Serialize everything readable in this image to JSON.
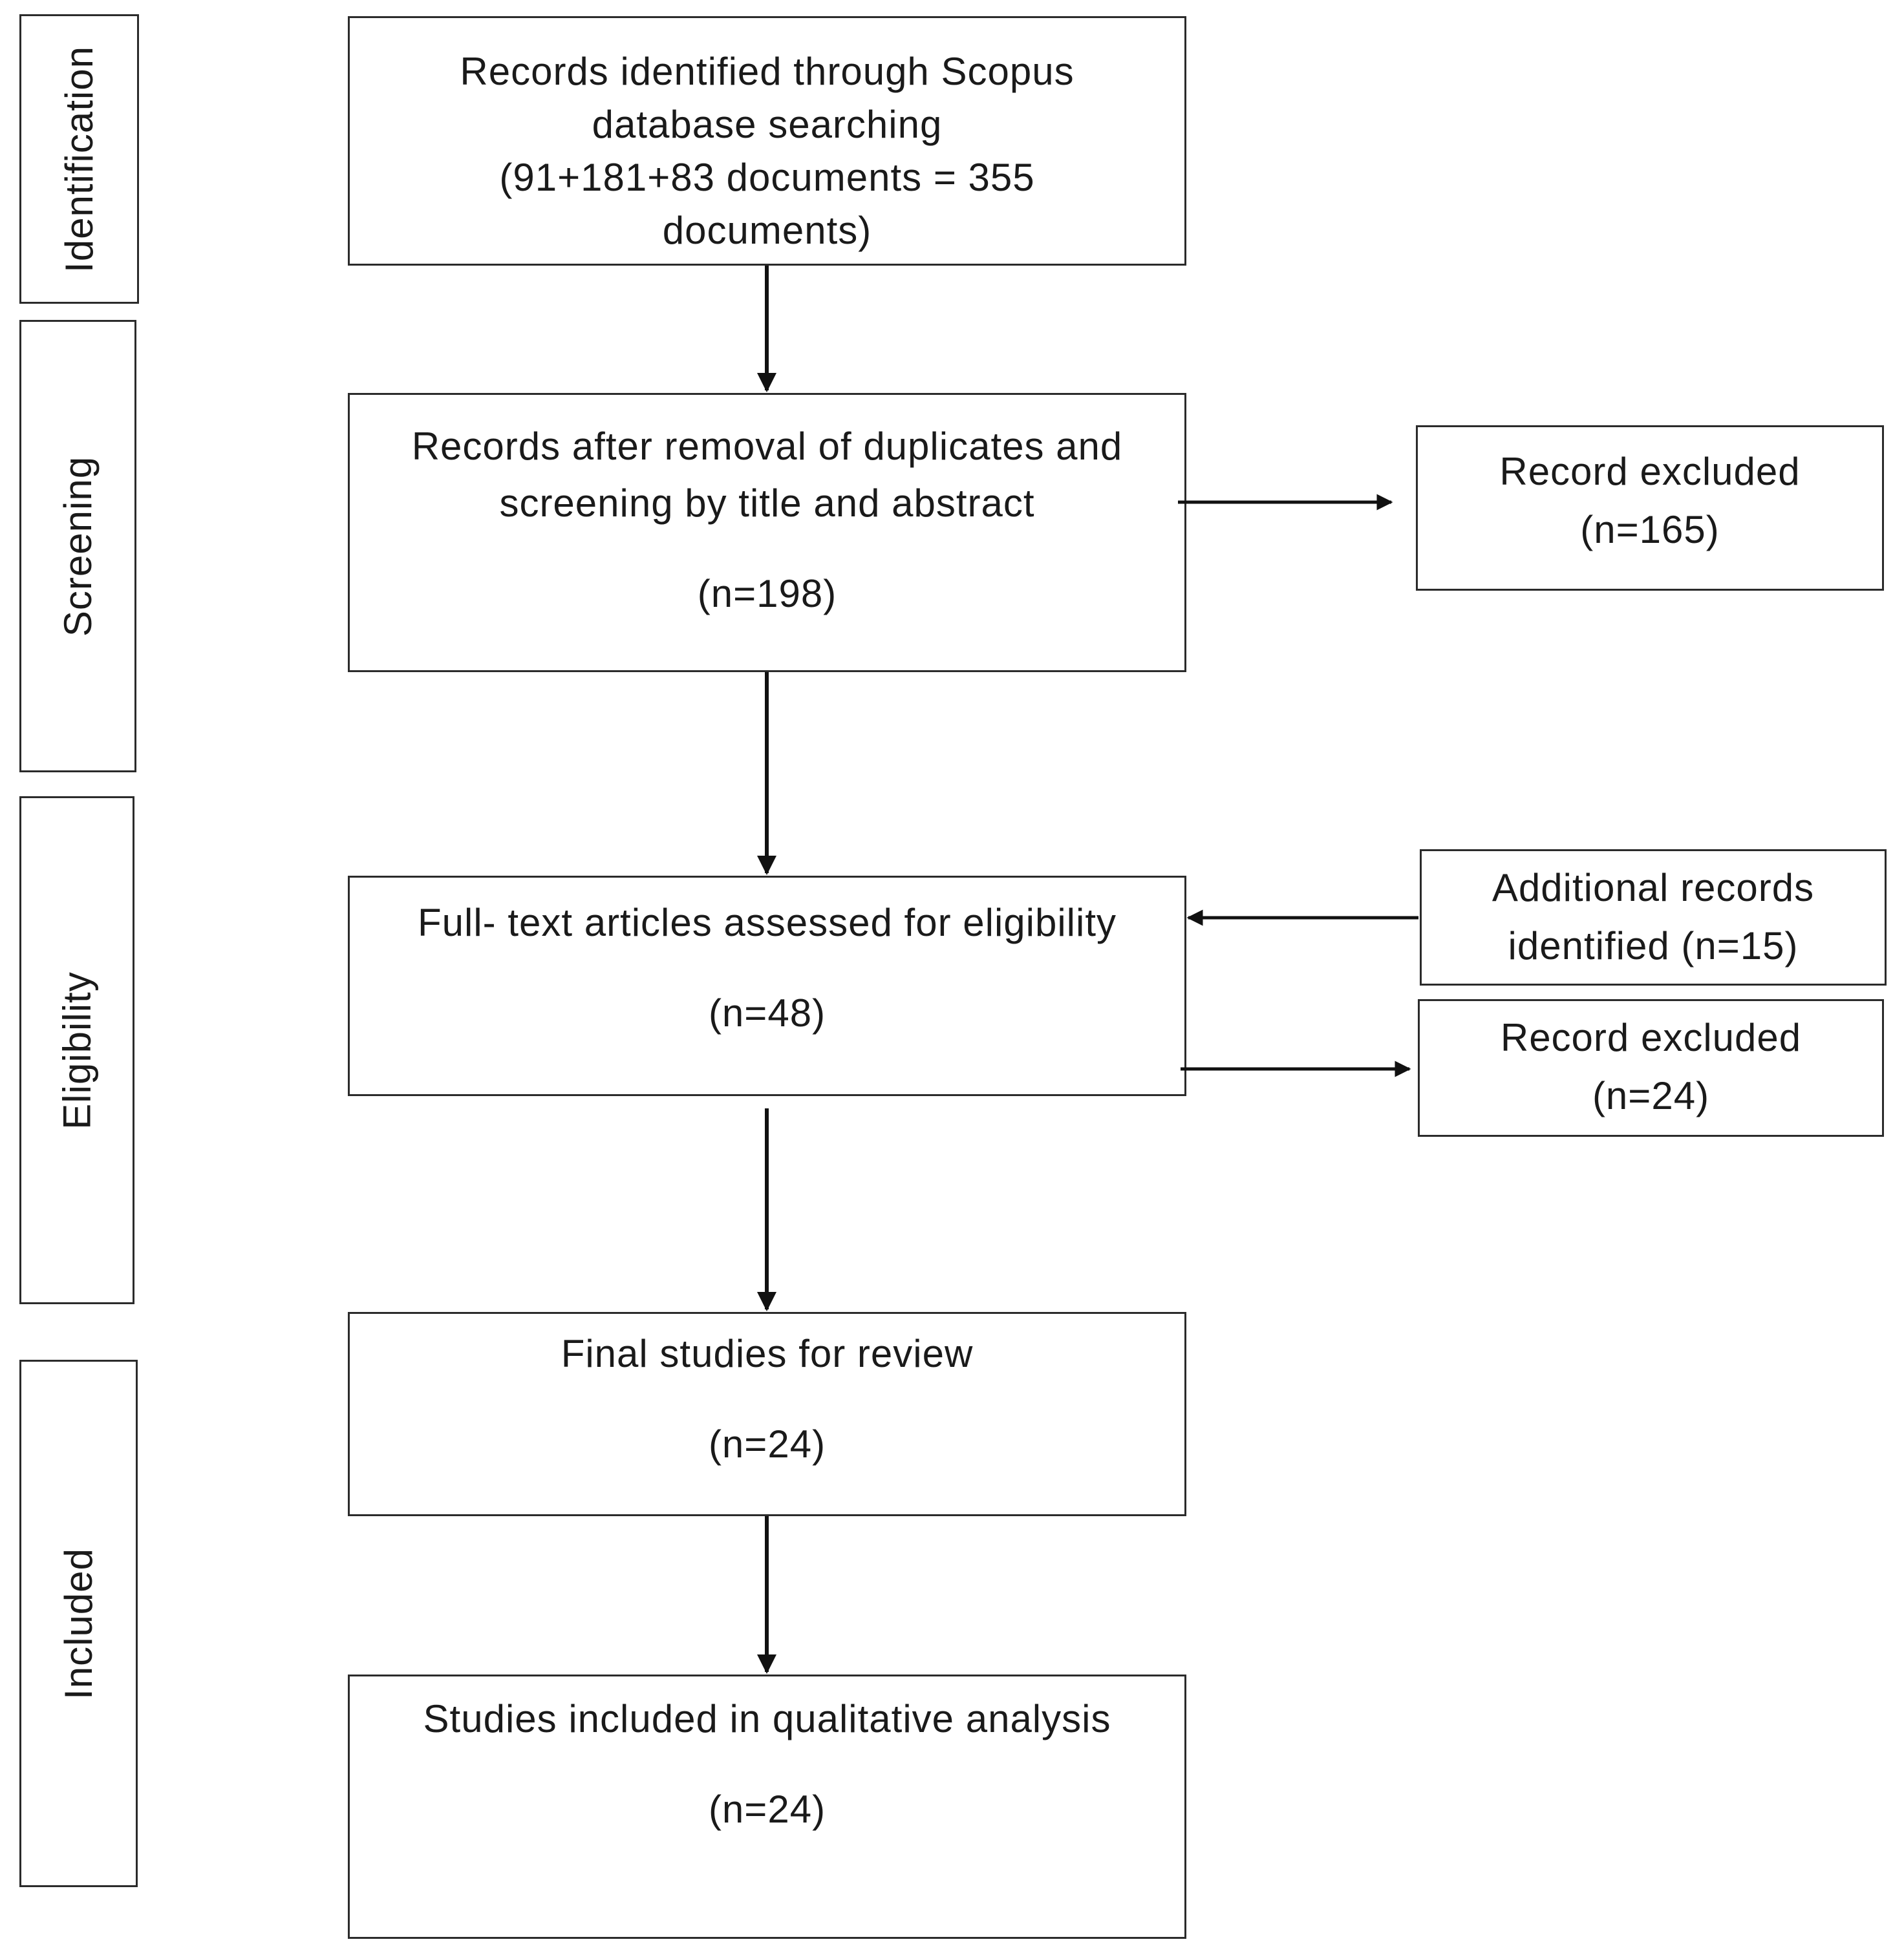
{
  "stages": {
    "identification": "Identification",
    "screening": "Screening",
    "eligibility": "Eligibility",
    "included": "Included"
  },
  "nodes": {
    "identified": {
      "lines": [
        "Records identified through Scopus",
        "database searching",
        "(91+181+83 documents = 355",
        "documents)"
      ]
    },
    "screened": {
      "lines": [
        "Records after removal of duplicates and",
        "screening by title and abstract"
      ],
      "count": "(n=198)"
    },
    "excluded_screening": {
      "lines": [
        "Record excluded"
      ],
      "count": "(n=165)"
    },
    "full_text": {
      "lines": [
        "Full- text articles assessed for eligibility"
      ],
      "count": "(n=48)"
    },
    "additional": {
      "lines": [
        "Additional records",
        "identified (n=15)"
      ]
    },
    "excluded_eligibility": {
      "lines": [
        "Record excluded"
      ],
      "count": "(n=24)"
    },
    "final": {
      "lines": [
        "Final studies for review"
      ],
      "count": "(n=24)"
    },
    "qualitative": {
      "lines": [
        "Studies included in qualitative analysis"
      ],
      "count": "(n=24)"
    }
  }
}
